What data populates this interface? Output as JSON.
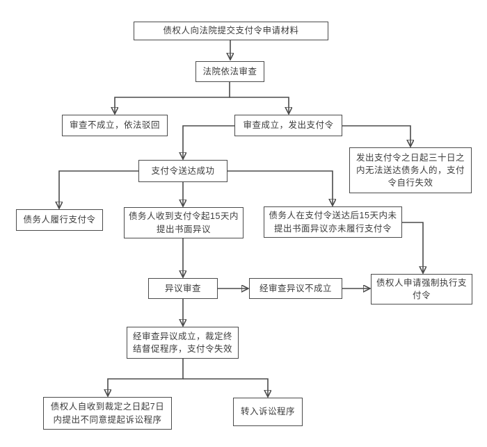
{
  "diagram": {
    "type": "flowchart",
    "language": "zh-CN",
    "colors": {
      "line": "#4a4a4a",
      "box_border": "#4a4a4a",
      "box_fill": "#ffffff",
      "text": "#3b3b3b",
      "background": "#ffffff"
    },
    "nodes": {
      "submit": {
        "label": "债权人向法院提交支付令申请材料"
      },
      "review": {
        "label": "法院依法审查"
      },
      "reject": {
        "label": "审查不成立，依法驳回"
      },
      "issue": {
        "label": "审查成立，发出支付令"
      },
      "expire30": {
        "label": "发出支付令之日起三十日之内无法送达债务人的，支付令自行失效"
      },
      "delivered": {
        "label": "支付令送达成功"
      },
      "fulfill": {
        "label": "债务人履行支付令"
      },
      "objection15": {
        "label": "债务人收到支付令起15天内提出书面异议"
      },
      "no_objection": {
        "label": "债务人在支付令送达后15天内未提出书面异议亦未履行支付令"
      },
      "obj_review": {
        "label": "异议审查"
      },
      "obj_fail": {
        "label": "经审查异议不成立"
      },
      "enforce": {
        "label": "债权人申请强制执行支付令"
      },
      "obj_success": {
        "label": "经审查异议成立，裁定终结督促程序，支付令失效"
      },
      "disagree7": {
        "label": "债权人自收到裁定之日起7日内提出不同意提起诉讼程序"
      },
      "litigation": {
        "label": "转入诉讼程序"
      }
    },
    "edges": [
      {
        "from": "submit",
        "to": "review"
      },
      {
        "from": "review",
        "to": "reject"
      },
      {
        "from": "review",
        "to": "issue"
      },
      {
        "from": "issue",
        "to": "delivered"
      },
      {
        "from": "issue",
        "to": "expire30"
      },
      {
        "from": "delivered",
        "to": "fulfill"
      },
      {
        "from": "delivered",
        "to": "objection15"
      },
      {
        "from": "delivered",
        "to": "no_objection"
      },
      {
        "from": "objection15",
        "to": "obj_review"
      },
      {
        "from": "obj_review",
        "to": "obj_fail"
      },
      {
        "from": "obj_fail",
        "to": "enforce"
      },
      {
        "from": "no_objection",
        "to": "enforce"
      },
      {
        "from": "obj_review",
        "to": "obj_success"
      },
      {
        "from": "obj_success",
        "to": "disagree7"
      },
      {
        "from": "obj_success",
        "to": "litigation"
      }
    ]
  }
}
